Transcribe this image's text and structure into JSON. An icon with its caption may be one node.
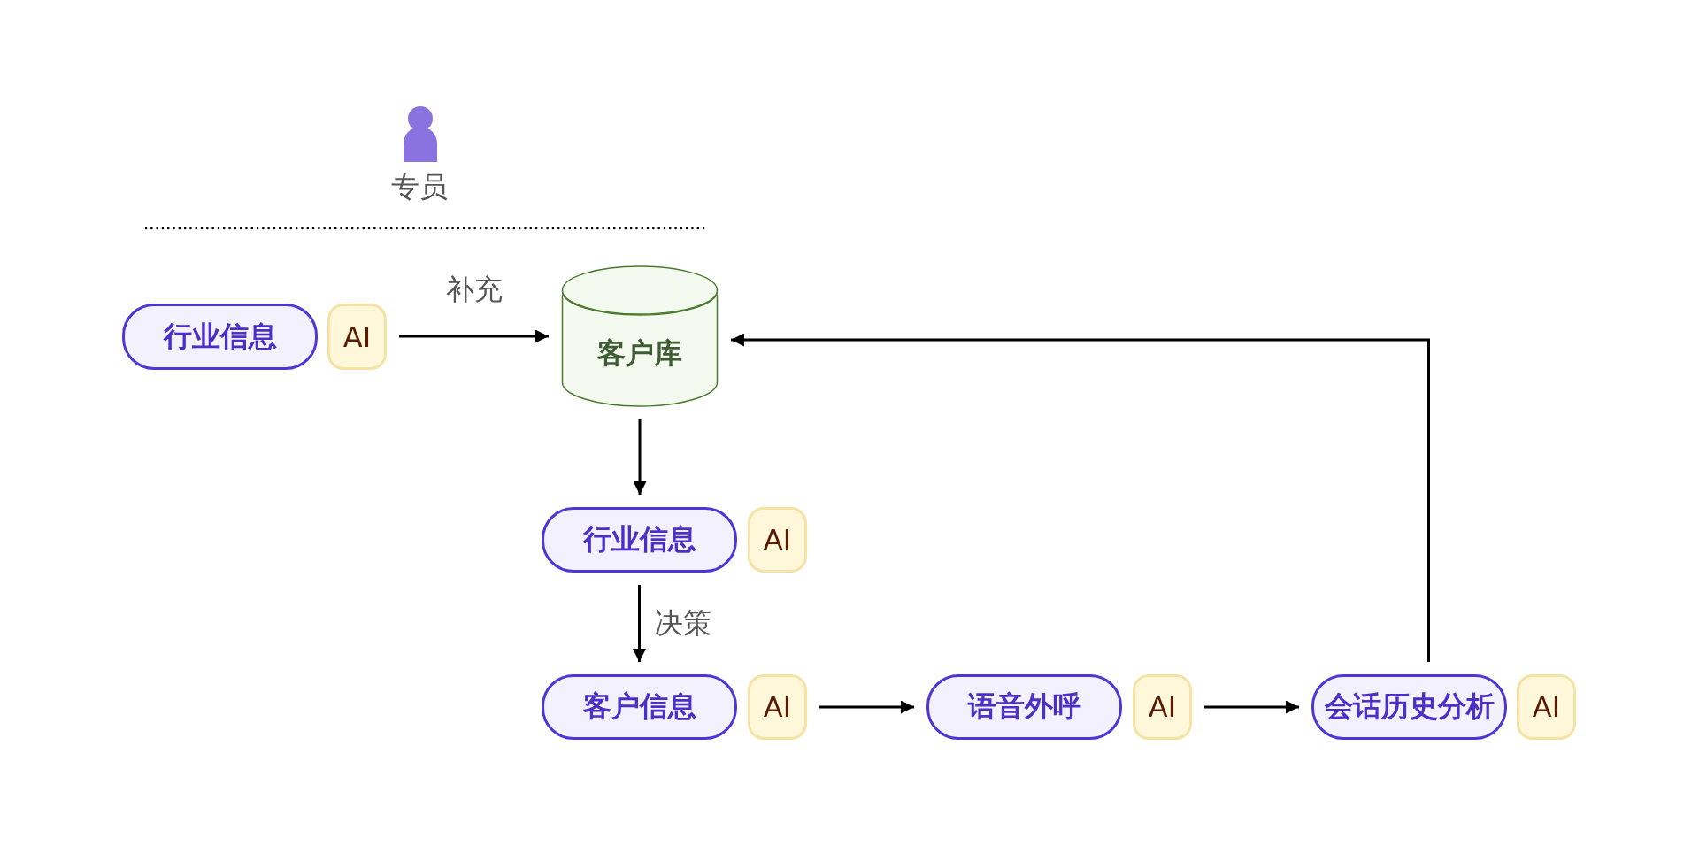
{
  "diagram": {
    "nodes": [
      {
        "text": [
          "行业信息"
        ]
      },
      {
        "text": [
          "AI"
        ]
      },
      {
        "text": [
          "客户库"
        ]
      },
      {
        "text": [
          "行业信息"
        ]
      },
      {
        "text": [
          "AI"
        ]
      },
      {
        "text": [
          "客户信息"
        ]
      },
      {
        "text": [
          "AI"
        ]
      },
      {
        "text": [
          "语音外呼"
        ]
      },
      {
        "text": [
          "AI"
        ]
      },
      {
        "text": [
          "会话历史分析"
        ]
      },
      {
        "text": [
          "AI"
        ]
      }
    ],
    "edges": [
      {
        "from": 1,
        "to": 2,
        "arrow": "to",
        "label": "补充"
      },
      {
        "from": 2,
        "to": 3,
        "arrow": "to"
      },
      {
        "from": 3,
        "to": 5,
        "arrow": "to",
        "label": "决策"
      },
      {
        "from": 6,
        "to": 7,
        "arrow": "to"
      },
      {
        "from": 8,
        "to": 9,
        "arrow": "to"
      },
      {
        "from": 9,
        "to": 2,
        "arrow": "to"
      }
    ],
    "labels": [
      "专员"
    ]
  }
}
